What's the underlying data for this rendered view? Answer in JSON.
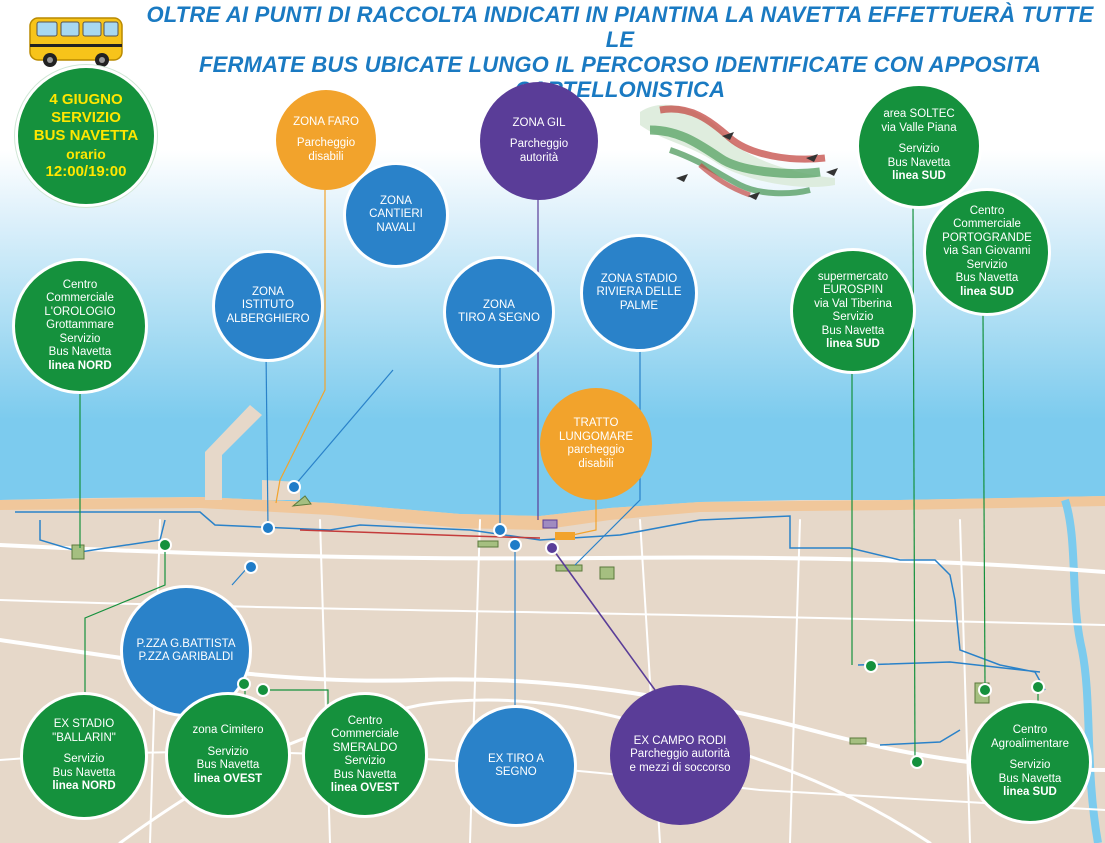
{
  "headline": {
    "line1": "OLTRE AI PUNTI DI RACCOLTA INDICATI IN PIANTINA LA NAVETTA EFFETTUERÀ TUTTE LE",
    "line2": "FERMATE BUS UBICATE LUNGO IL PERCORSO IDENTIFICATE CON APPOSITA CARTELLONISTICA"
  },
  "navetta": {
    "date": "4 GIUGNO",
    "l1": "SERVIZIO",
    "l2": "BUS NAVETTA",
    "l3": "orario",
    "hours": "12:00/19:00"
  },
  "colors": {
    "green": "#15913d",
    "blue": "#2a82c9",
    "orange": "#f2a32c",
    "purple": "#5a3d98",
    "sea": "#7ccbee",
    "land": "#e6d8c9",
    "beach": "#f0c79b",
    "headline": "#1a7ac2"
  },
  "circles": {
    "faro": {
      "l1": "ZONA FARO",
      "l2": "Parcheggio",
      "l3": "disabili"
    },
    "gil": {
      "l1": "ZONA GIL",
      "l2": "Parcheggio",
      "l3": "autorità"
    },
    "cantieri": {
      "l1": "ZONA",
      "l2": "CANTIERI",
      "l3": "NAVALI"
    },
    "alberghiero": {
      "l1": "ZONA",
      "l2": "ISTITUTO",
      "l3": "ALBERGHIERO"
    },
    "tiro": {
      "l1": "ZONA",
      "l2": "TIRO A SEGNO"
    },
    "stadio": {
      "l1": "ZONA STADIO",
      "l2": "RIVIERA DELLE",
      "l3": "PALME"
    },
    "lungomare": {
      "l1": "TRATTO",
      "l2": "LUNGOMARE",
      "l3": "parcheggio",
      "l4": "disabili"
    },
    "orologio": {
      "l1": "Centro",
      "l2": "Commerciale",
      "l3": "L'OROLOGIO",
      "l4": "Grottammare",
      "l5": "Servizio",
      "l6": "Bus Navetta",
      "l7": "linea NORD"
    },
    "soltec": {
      "l1": "area SOLTEC",
      "l2": "via Valle Piana",
      "l3": "Servizio",
      "l4": "Bus Navetta",
      "l5": "linea SUD"
    },
    "portogrande": {
      "l1": "Centro",
      "l2": "Commerciale",
      "l3": "PORTOGRANDE",
      "l4": "via San Giovanni",
      "l5": "Servizio",
      "l6": "Bus Navetta",
      "l7": "linea SUD"
    },
    "eurospin": {
      "l1": "supermercato",
      "l2": "EUROSPIN",
      "l3": "via Val Tiberina",
      "l4": "Servizio",
      "l5": "Bus Navetta",
      "l6": "linea SUD"
    },
    "piazza": {
      "l1": "P.ZZA G.BATTISTA",
      "l2": "P.ZZA GARIBALDI"
    },
    "ballarin": {
      "l1": "EX STADIO",
      "l2": "\"BALLARIN\"",
      "l3": "Servizio",
      "l4": "Bus Navetta",
      "l5": "linea NORD"
    },
    "cimitero": {
      "l1": "zona Cimitero",
      "l2": "Servizio",
      "l3": "Bus Navetta",
      "l4": "linea OVEST"
    },
    "smeraldo": {
      "l1": "Centro",
      "l2": "Commerciale",
      "l3": "SMERALDO",
      "l4": "Servizio",
      "l5": "Bus Navetta",
      "l6": "linea OVEST"
    },
    "extiro": {
      "l1": "EX TIRO A SEGNO"
    },
    "campo": {
      "l1": "EX  CAMPO RODI",
      "l2": "Parcheggio autorità",
      "l3": "e mezzi di soccorso"
    },
    "agro": {
      "l1": "Centro",
      "l2": "Agroalimentare",
      "l3": "Servizio",
      "l4": "Bus Navetta",
      "l5": "linea SUD"
    }
  },
  "icons": {
    "bus": "school-bus-icon",
    "jets": "frecce-tricolori-icon"
  }
}
